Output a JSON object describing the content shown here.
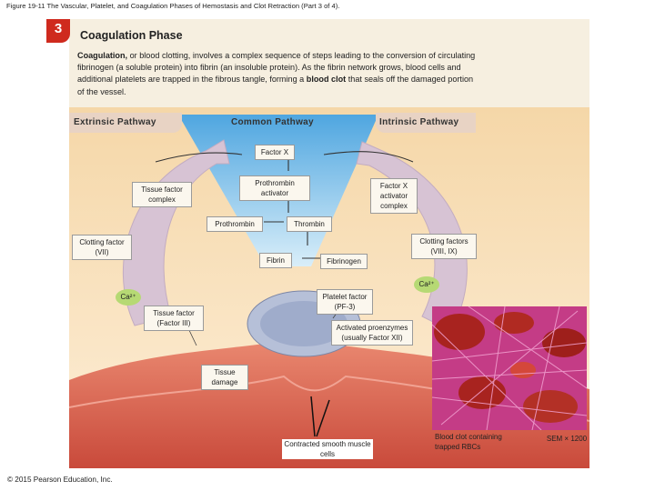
{
  "caption": "Figure 19-11 The Vascular, Platelet, and Coagulation Phases of Hemostasis and Clot Retraction (Part 3 of 4).",
  "step_number": "3",
  "phase_title": "Coagulation Phase",
  "intro": {
    "term": "Coagulation,",
    "part1": " or blood clotting, involves a complex sequence of steps leading to the conversion of circulating fibrinogen (a soluble protein) into fibrin (an insoluble protein). As the fibrin network grows, blood cells and additional platelets are trapped in the fibrous tangle, forming a ",
    "clot_term": "blood clot",
    "part2": " that seals off the damaged portion of the vessel."
  },
  "pathways": {
    "extrinsic": "Extrinsic Pathway",
    "common": "Common Pathway",
    "intrinsic": "Intrinsic Pathway"
  },
  "labels": {
    "factor_x": "Factor X",
    "prothrombin_activator": "Prothrombin activator",
    "tissue_factor_complex": "Tissue factor complex",
    "factor_x_activator_complex": "Factor X activator complex",
    "prothrombin": "Prothrombin",
    "thrombin": "Thrombin",
    "clotting_factor_vii": "Clotting factor (VII)",
    "clotting_factors_viii_ix": "Clotting factors (VIII, IX)",
    "fibrin": "Fibrin",
    "fibrinogen": "Fibrinogen",
    "ca_right": "Ca²⁺",
    "ca_left": "Ca²⁺",
    "platelet_factor": "Platelet factor (PF-3)",
    "tissue_factor_iii": "Tissue factor (Factor III)",
    "activated_proenzymes": "Activated proenzymes (usually Factor XII)",
    "tissue_damage": "Tissue damage",
    "contracted_muscle": "Contracted smooth muscle cells",
    "blood_clot_rbcs": "Blood clot containing trapped RBCs",
    "sem": "SEM × 1200"
  },
  "copyright": "© 2015 Pearson Education, Inc.",
  "colors": {
    "step_badge": "#cf2a1e",
    "panel": "#f6efe0",
    "funnel_blue": "#8fc6ea",
    "arrow_lavender": "#d7c3d4",
    "vessel_red": "#d95f4d",
    "photo_magenta": "#d64f9c"
  }
}
